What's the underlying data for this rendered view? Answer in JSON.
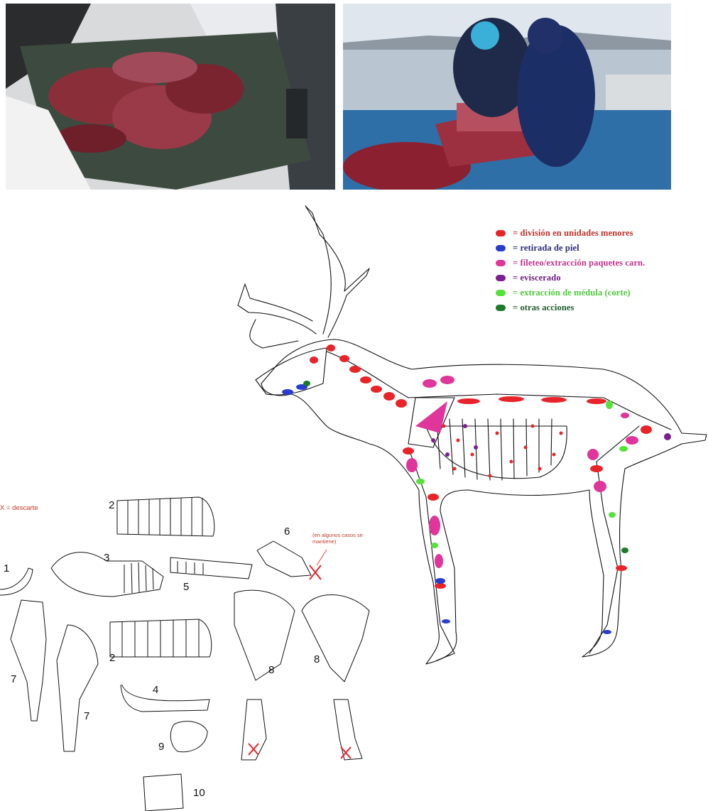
{
  "photos": {
    "left": {
      "icon": "photo-caribou-carcasses-on-boat"
    },
    "right": {
      "icon": "photo-butchering-on-boat"
    }
  },
  "legend": [
    {
      "label": "= división en unidades menores",
      "color": "#e8242a"
    },
    {
      "label": "= retirada de piel",
      "color": "#2a3ccf"
    },
    {
      "label": "= fileteo/extracción paquetes carn.",
      "color": "#e0359a"
    },
    {
      "label": "= eviscerado",
      "color": "#7a1f8f"
    },
    {
      "label": "= extracción de médula (corte)",
      "color": "#56e03a"
    },
    {
      "label": "= otras acciones",
      "color": "#1c7a2a"
    }
  ],
  "legend_text_colors": [
    "#c0302a",
    "#2a2a7a",
    "#c0308a",
    "#6a1a7a",
    "#4cc83a",
    "#1c5a2a"
  ],
  "discard_key": "X = descarte",
  "note_kept": "(en algunos casos se mantiene)",
  "pieces": {
    "p1": "1",
    "p2a": "2",
    "p2b": "2",
    "p3": "3",
    "p4": "4",
    "p5": "5",
    "p6": "6",
    "p7a": "7",
    "p7b": "7",
    "p8a": "8",
    "p8b": "8",
    "p9": "9",
    "p10": "10"
  }
}
